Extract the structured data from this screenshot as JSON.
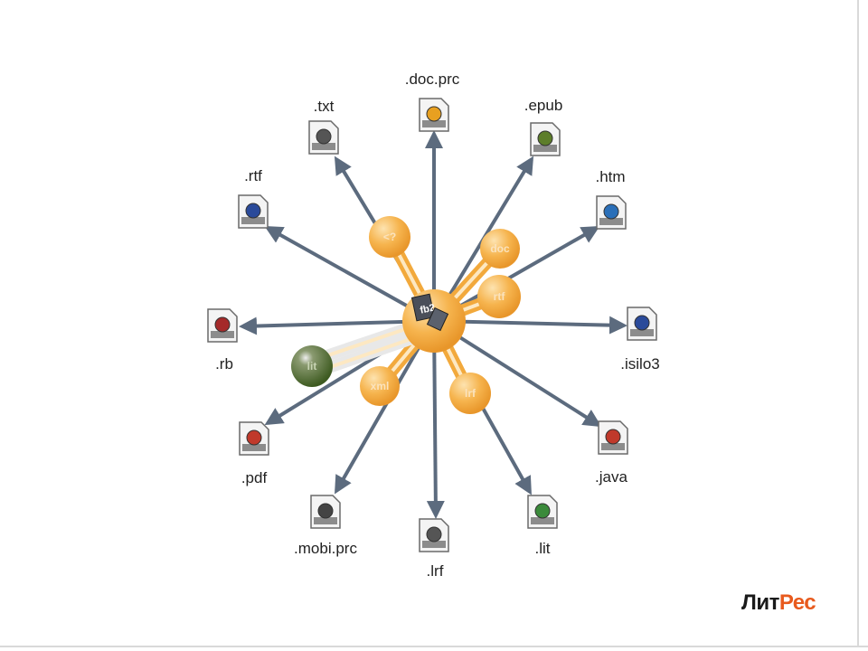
{
  "diagram": {
    "hub": {
      "label": "fb2"
    },
    "formats": [
      {
        "id": "doc-prc",
        "label": ".doc.prc",
        "icon": "pda-file-icon",
        "color": "#e8a020"
      },
      {
        "id": "epub",
        "label": ".epub",
        "icon": "epub-file-icon",
        "color": "#5d7e2a"
      },
      {
        "id": "htm",
        "label": ".htm",
        "icon": "ie-file-icon",
        "color": "#2a6fb8"
      },
      {
        "id": "isilo3",
        "label": ".isilo3",
        "icon": "isilo-file-icon",
        "color": "#2a4a9a"
      },
      {
        "id": "java",
        "label": ".java",
        "icon": "java-file-icon",
        "color": "#c0392b"
      },
      {
        "id": "lit",
        "label": ".lit",
        "icon": "lit-file-icon",
        "color": "#3a8a3a"
      },
      {
        "id": "lrf",
        "label": ".lrf",
        "icon": "lrf-file-icon",
        "color": "#555555"
      },
      {
        "id": "mobi-prc",
        "label": ".mobi.prc",
        "icon": "mobi-file-icon",
        "color": "#444444"
      },
      {
        "id": "pdf",
        "label": ".pdf",
        "icon": "pdf-file-icon",
        "color": "#c0392b"
      },
      {
        "id": "rb",
        "label": ".rb",
        "icon": "rb-file-icon",
        "color": "#a52a2a"
      },
      {
        "id": "rtf",
        "label": ".rtf",
        "icon": "rtf-file-icon",
        "color": "#2a4a9a"
      },
      {
        "id": "txt",
        "label": ".txt",
        "icon": "txt-file-icon",
        "color": "#555555"
      }
    ],
    "molecule_nodes": [
      "<?",
      "doc",
      "rtf",
      "lrf",
      "xml",
      "lit"
    ]
  },
  "brand": {
    "part1": "Лит",
    "part2": "Рес"
  },
  "colors": {
    "arrow": "#5c6b7e",
    "atom": "#f5b04a",
    "atom_dark": "#e8962a",
    "green_atom": "#4d6b2a"
  }
}
